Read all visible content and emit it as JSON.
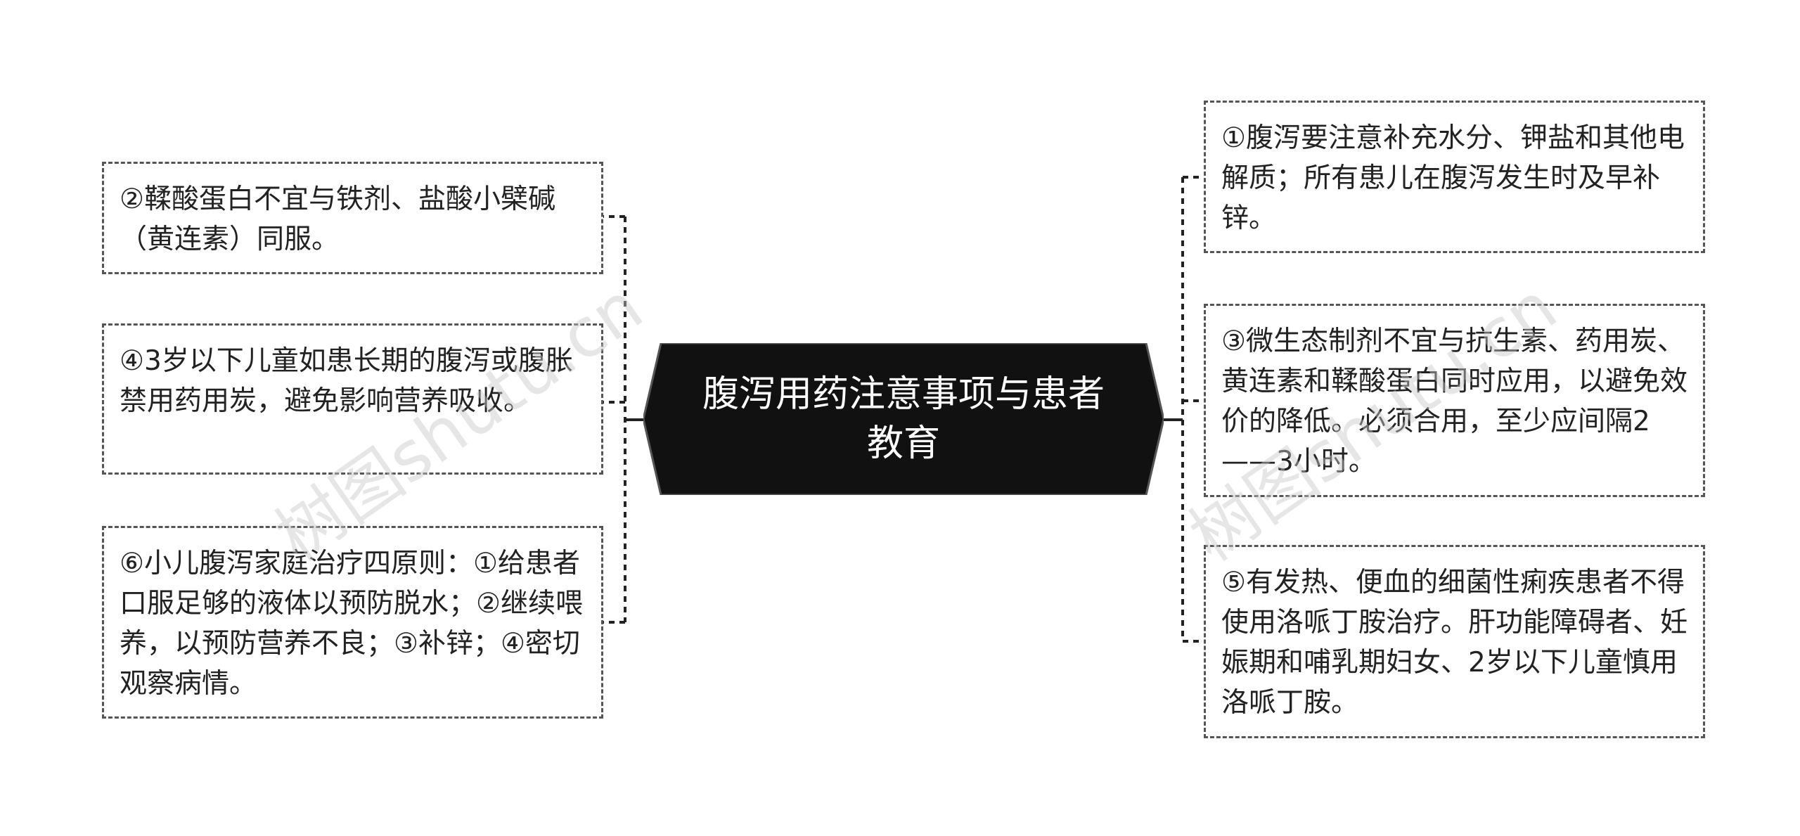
{
  "center": {
    "title": "腹泻用药注意事项与患者教育"
  },
  "left_nodes": [
    {
      "text": "②鞣酸蛋白不宜与铁剂、盐酸小檗碱（黄连素）同服。"
    },
    {
      "text": "④3岁以下儿童如患长期的腹泻或腹胀禁用药用炭，避免影响营养吸收。"
    },
    {
      "text": "⑥小儿腹泻家庭治疗四原则：①给患者口服足够的液体以预防脱水；②继续喂养，以预防营养不良；③补锌；④密切观察病情。"
    }
  ],
  "right_nodes": [
    {
      "text": "①腹泻要注意补充水分、钾盐和其他电解质；所有患儿在腹泻发生时及早补锌。"
    },
    {
      "text": "③微生态制剂不宜与抗生素、药用炭、黄连素和鞣酸蛋白同时应用，以避免效价的降低。必须合用，至少应间隔2——3小时。"
    },
    {
      "text": "⑤有发热、便血的细菌性痢疾患者不得使用洛哌丁胺治疗。肝功能障碍者、妊娠期和哺乳期妇女、2岁以下儿童慎用洛哌丁胺。"
    }
  ],
  "watermarks": [
    "树图shutu.cn",
    "树图shutu.cn"
  ],
  "colors": {
    "center_fill": "#111111",
    "center_text": "#ffffff",
    "border": "#555555",
    "line": "#222222",
    "watermark": "#c8c8c8"
  }
}
